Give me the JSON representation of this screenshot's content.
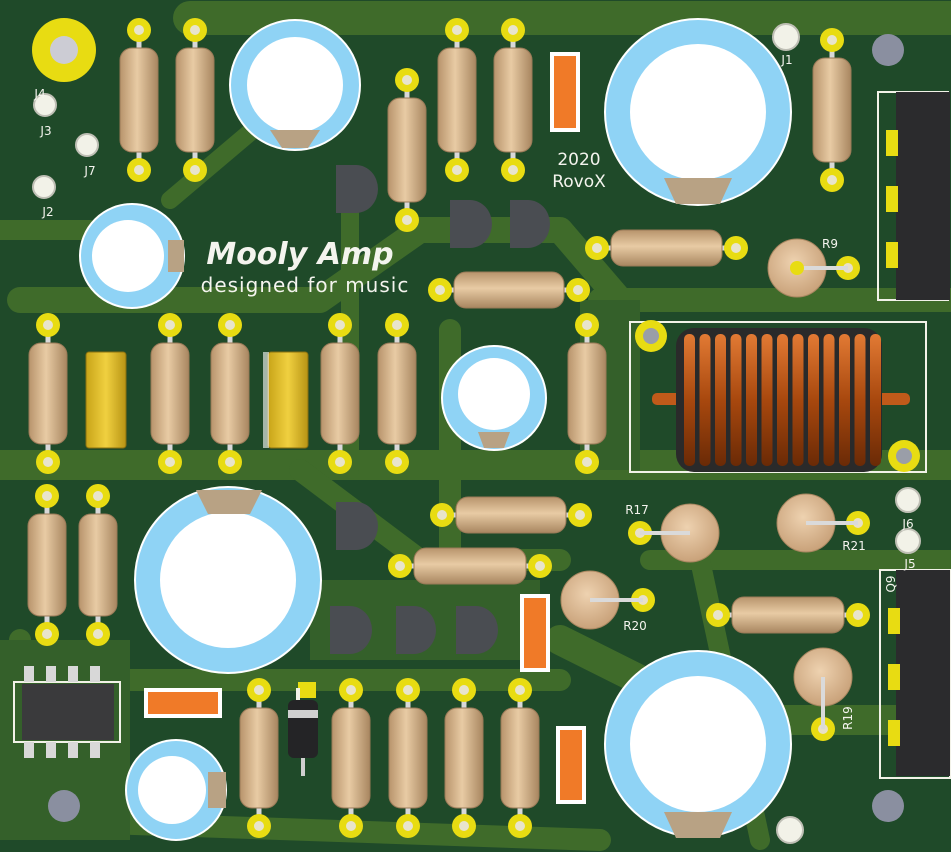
{
  "board": {
    "title": "Mooly Amp",
    "subtitle": "designed for music",
    "year": "2020",
    "author": "RovoX"
  },
  "labels": {
    "j1": "J1",
    "j2": "J2",
    "j3": "J3",
    "j4": "J4",
    "j5": "J5",
    "j6": "J6",
    "j7": "J7",
    "r9": "R9",
    "r17": "R17",
    "r19": "R19",
    "r20": "R20",
    "r21": "R21",
    "q9": "Q9"
  },
  "colors": {
    "board": "#1e4a28",
    "copper": "#3e6a26",
    "pad": "#e8dc12",
    "resistor": "#d6b48c",
    "cap_ring": "#8fd3f5",
    "smd": "#f07a28",
    "film_cap": "#e0c020",
    "inductor_copper": "#c05a1a"
  }
}
